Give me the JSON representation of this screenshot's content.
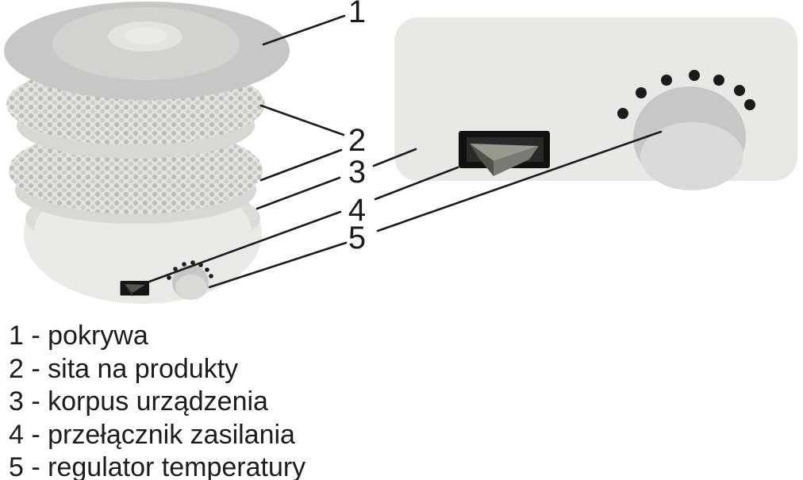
{
  "figure": {
    "description": "exploded-parts-diagram-of-food-dehydrator",
    "callouts": [
      "1",
      "2",
      "3",
      "4",
      "5"
    ]
  },
  "legend": {
    "separator": " - ",
    "items": [
      {
        "number": "1",
        "name": "pokrywa"
      },
      {
        "number": "2",
        "name": "sita na produkty"
      },
      {
        "number": "3",
        "name": "korpus urządzenia"
      },
      {
        "number": "4",
        "name": "przełącznik zasilania"
      },
      {
        "number": "5",
        "name": "regulator temperatury"
      }
    ]
  },
  "colors": {
    "background": "#ffffff",
    "leader_line": "#1b1b1b",
    "callout_text": "#1b1b1b",
    "panel_fill": "#e8e8e5",
    "lid_outer": "#c7c7c5",
    "lid_ring": "#d2d2cf",
    "lid_highlight": "#e3e3df",
    "tray_mesh_bg": "#e3e3e0",
    "tray_mesh_dot": "#bcbcb9",
    "tray_side": "#d7d7d4",
    "body_rim": "#dcdcd9",
    "body_bowl": "#e9e9e6",
    "switch_bezel": "#111111",
    "switch_inner": "#2a2a28",
    "rocker_top": "#98988f",
    "knob_outer": "#c6c8c6",
    "knob_face": "#dadad8",
    "dial_dot": "#1b1b1b"
  }
}
